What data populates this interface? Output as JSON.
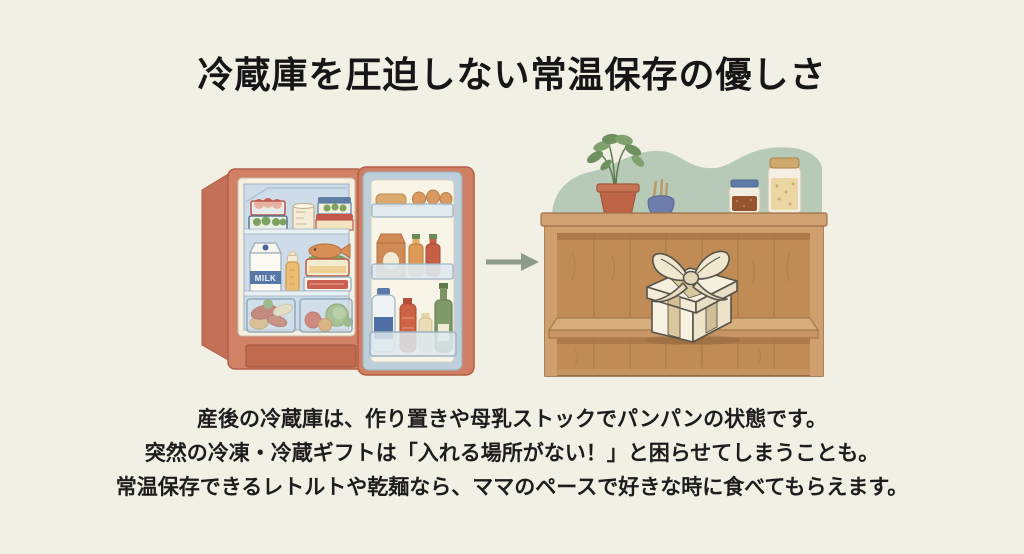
{
  "title": "冷蔵庫を圧迫しない常温保存の優しさ",
  "caption": {
    "lines": [
      "産後の冷蔵庫は、作り置きや母乳ストックでパンパンの状態です。",
      "突然の冷凍・冷蔵ギフトは「入れる場所がない！」と困らせてしまうことも。",
      "常温保存できるレトルトや乾麺なら、ママのペースで好きな時に食べてもらえます。"
    ]
  },
  "illustration": {
    "fridge": {
      "milk_label": "MILK"
    },
    "icons": [
      "open-fridge-illustration",
      "right-arrow-icon",
      "pantry-shelf-illustration",
      "gift-box-illustration"
    ]
  },
  "colors": {
    "background": "#f2f0e4",
    "title_text": "#161616",
    "body_text": "#1d1d1d",
    "fridge_body": "#cf8065",
    "fridge_interior": "#cddce8",
    "wood_shelf": "#c5935f",
    "sage_accent": "#b7cab8",
    "arrow": "#8c9c8b",
    "gift_box": "#f6f0de",
    "ribbon": "#d9c79e"
  }
}
